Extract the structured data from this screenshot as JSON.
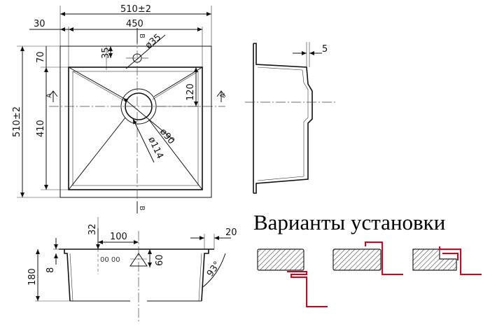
{
  "dimensions": {
    "overall_width": "510±2",
    "inner_width": "450",
    "left_offset": "30",
    "overall_height": "510±2",
    "inner_height": "410",
    "top_offset": "70",
    "hole_offset": "35",
    "hole_diameter": "ø35",
    "drain_diameter": "ø90",
    "drain_outer_diameter": "ø114",
    "drain_offset": "120",
    "flange": "5",
    "section_top": "32",
    "section_spacing": "100",
    "section_rim": "20",
    "section_depth": "180",
    "section_rim_height": "8",
    "section_drain": "60",
    "section_angle": "93°"
  },
  "section_marks": {
    "a": "A",
    "b": "B"
  },
  "title": "Варианты установки",
  "colors": {
    "line": "#111111",
    "install_line": "#d9001b",
    "hatch": "#444444"
  }
}
